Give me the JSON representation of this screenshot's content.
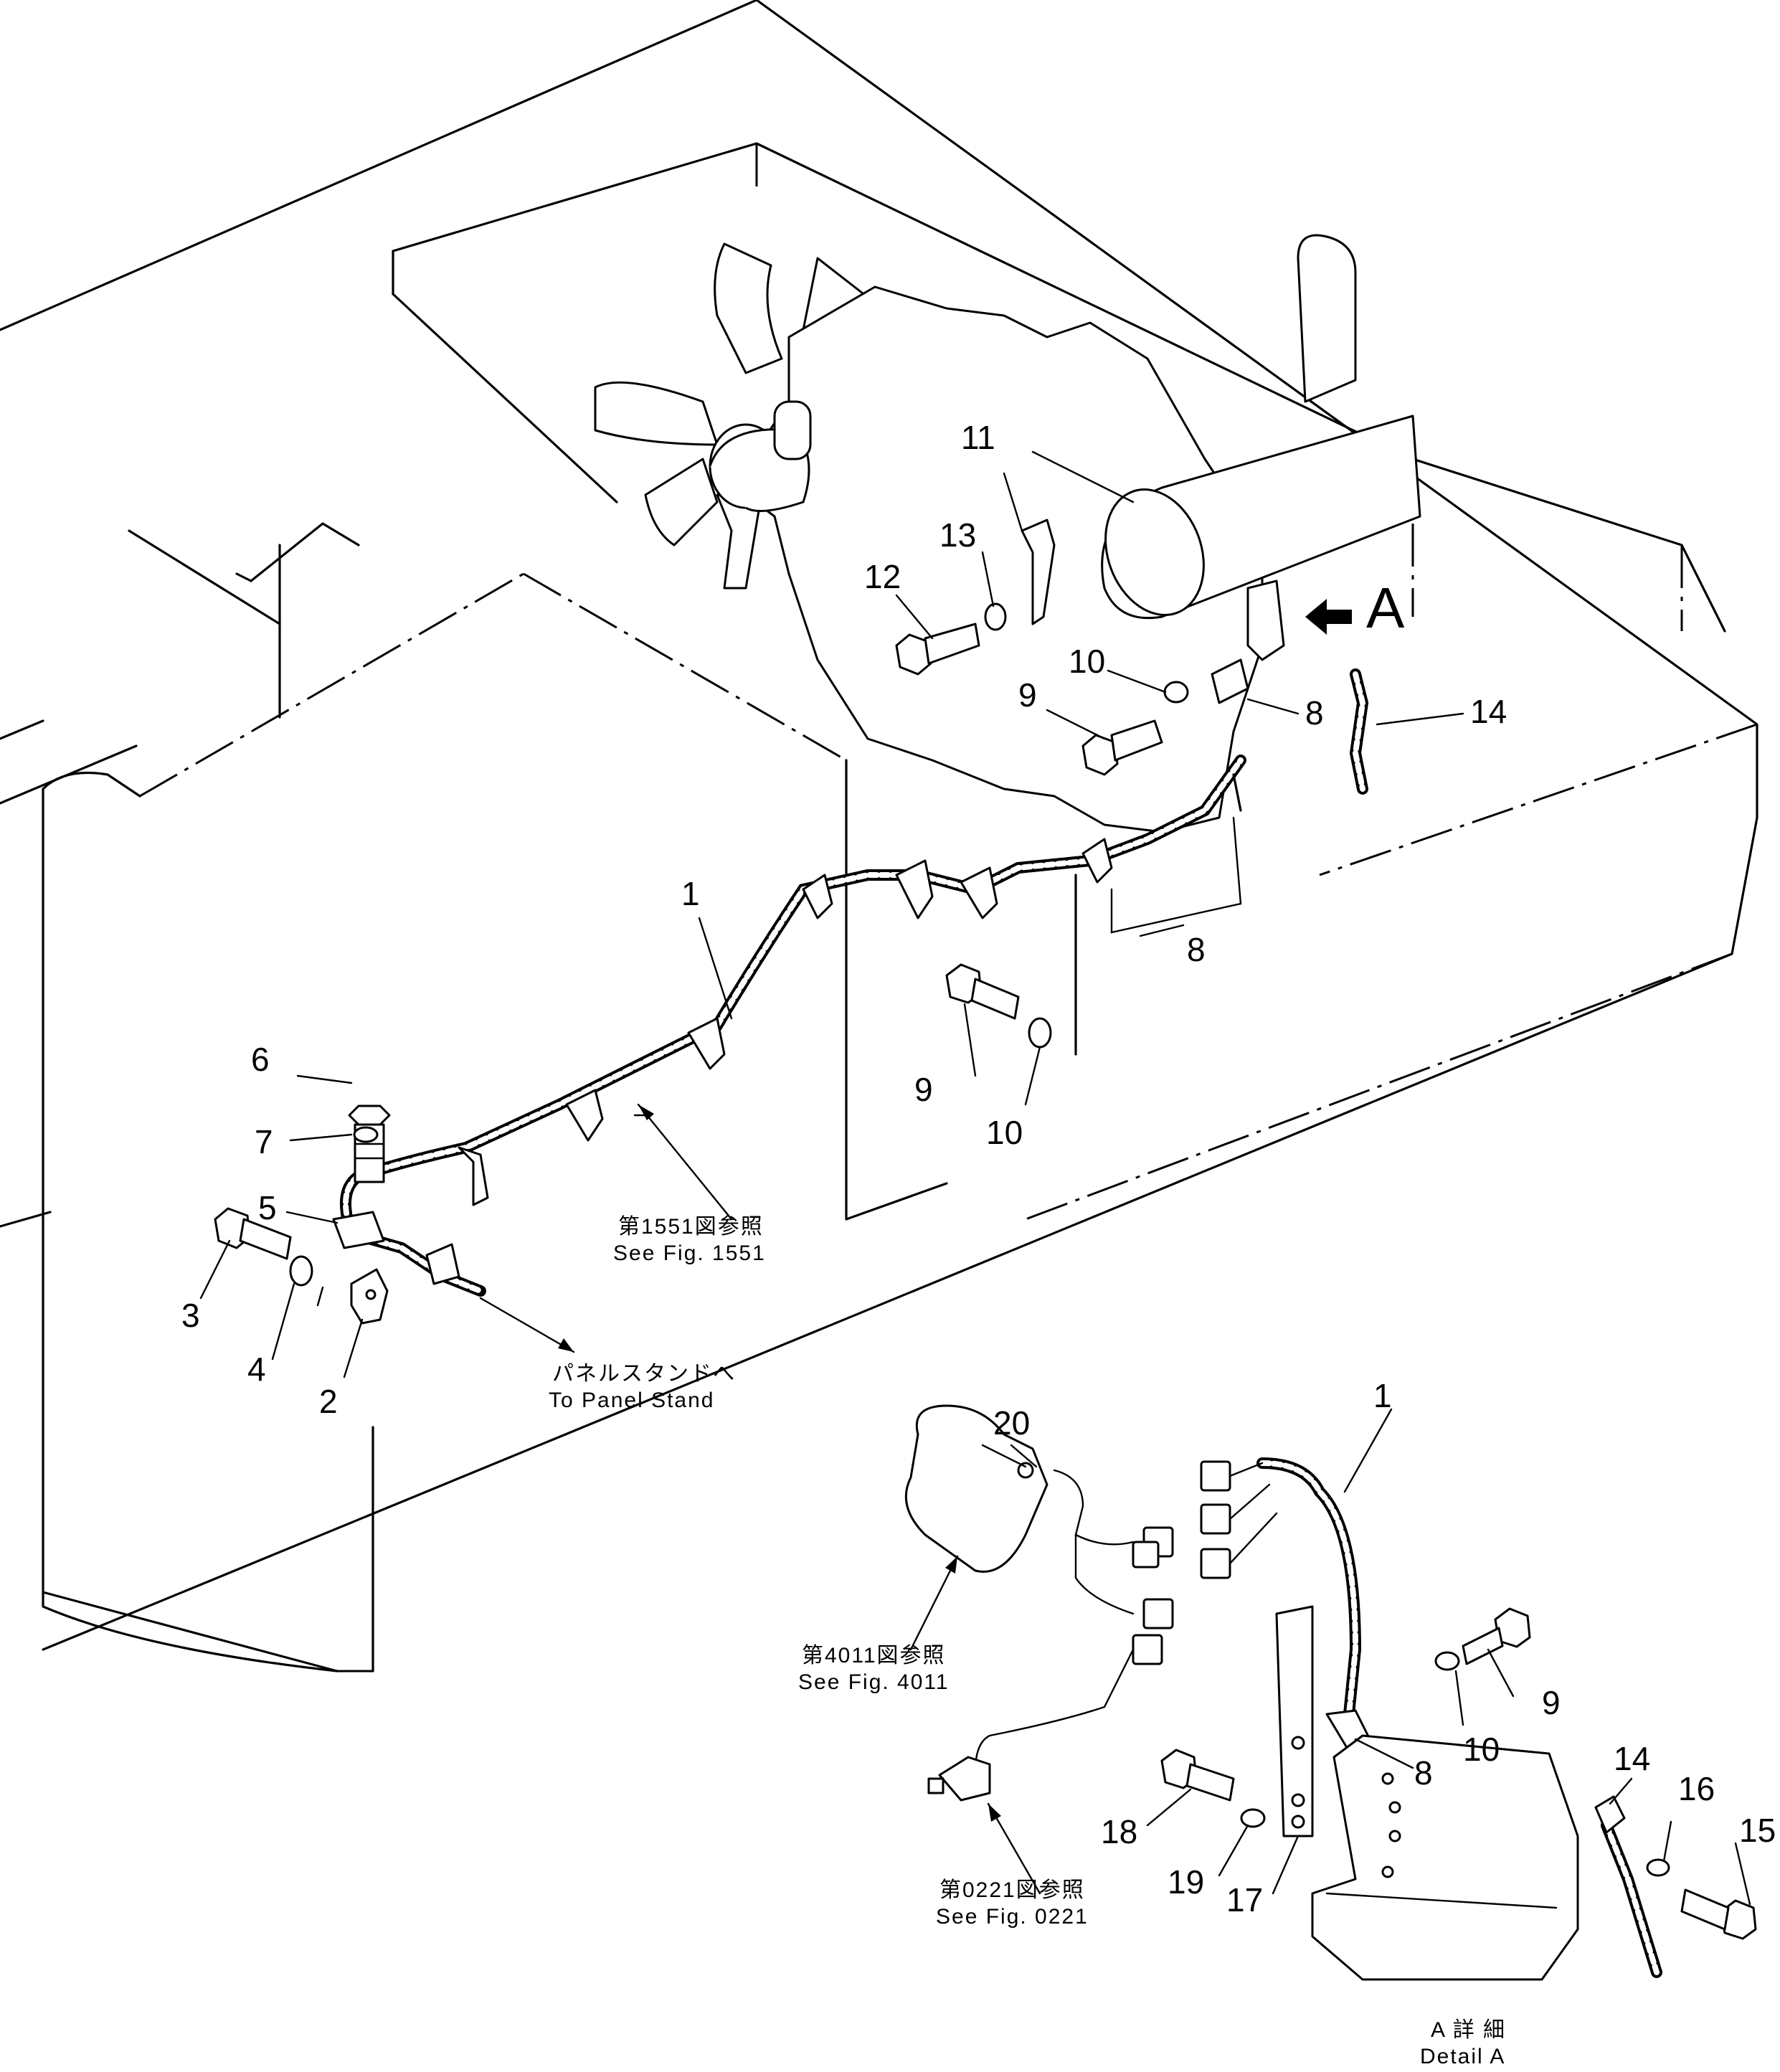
{
  "callouts": {
    "n1a": "1",
    "n1b": "1",
    "n2": "2",
    "n3": "3",
    "n4": "4",
    "n5": "5",
    "n6": "6",
    "n7": "7",
    "n8a": "8",
    "n8b": "8",
    "n8c": "8",
    "n9a": "9",
    "n9b": "9",
    "n9c": "9",
    "n10a": "10",
    "n10b": "10",
    "n10c": "10",
    "n11": "11",
    "n12": "12",
    "n13": "13",
    "n14a": "14",
    "n14b": "14",
    "n15": "15",
    "n16": "16",
    "n17": "17",
    "n18": "18",
    "n19": "19",
    "n20": "20"
  },
  "view_arrow": "A",
  "notes": {
    "fig1551_jp": "第1551図参照",
    "fig1551_en": "See Fig. 1551",
    "panel_jp": "パネルスタンドへ",
    "panel_en": "To Panel Stand",
    "fig4011_jp": "第4011図参照",
    "fig4011_en": "See Fig. 4011",
    "fig0221_jp": "第0221図参照",
    "fig0221_en": "See Fig. 0221",
    "detail_jp": "A 詳 細",
    "detail_en": "Detail A"
  }
}
